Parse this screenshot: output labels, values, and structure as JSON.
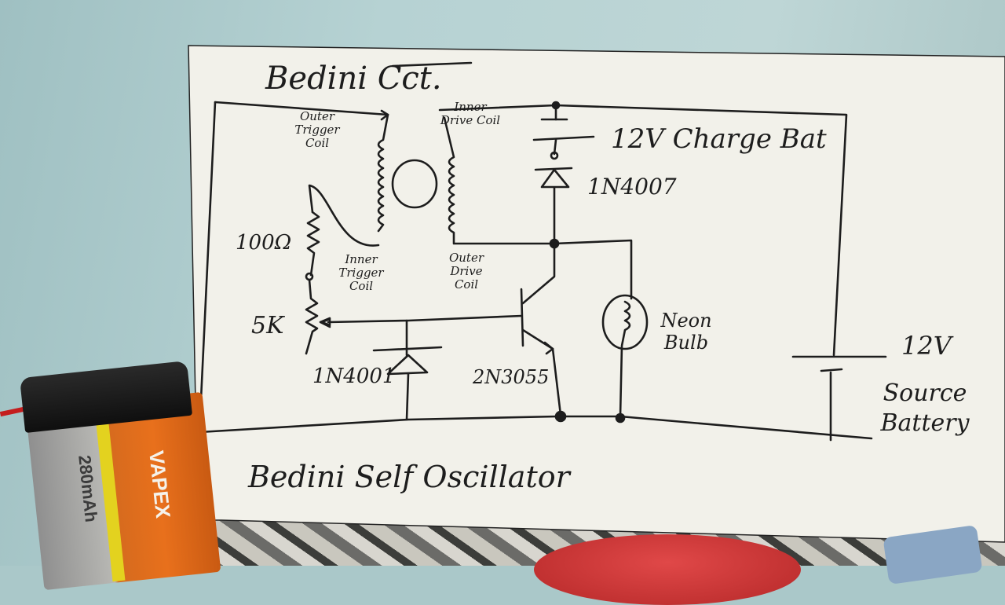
{
  "title": "Bedini Cct.",
  "caption": "Bedini Self Oscillator",
  "labels": {
    "outer_trigger_coil": "Outer Trigger Coil",
    "inner_drive_coil": "Inner Drive Coil",
    "inner_trigger_coil": "Inner Trigger Coil",
    "outer_drive_coil": "Outer Drive Coil",
    "resistor_100": "100Ω",
    "pot_5k": "5K",
    "diode_in4001": "1N4001",
    "diode_in4007": "1N4007",
    "transistor": "2N3055",
    "charge_battery": "12V Charge Bat",
    "neon_bulb": "Neon Bulb",
    "source_voltage": "12V",
    "source_battery": "Source Battery"
  },
  "battery_print": {
    "brand": "VAPEX",
    "capacity": "280mAh"
  },
  "colors": {
    "ink": "#1d1d1d",
    "paper": "#f2f1ea",
    "wall": "#b6d2d3",
    "battery_orange": "#e8701c",
    "battery_yellow": "#e3d21f",
    "lid_red": "#d23a3a"
  }
}
